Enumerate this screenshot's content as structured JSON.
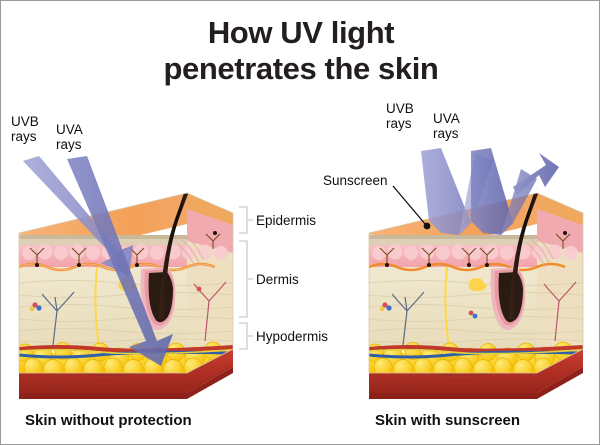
{
  "title": {
    "line1": "How UV light",
    "line2": "penetrates the skin"
  },
  "colors": {
    "uvb_ray": "#8f92c9",
    "uva_ray": "#6d72b4",
    "epidermis_surface": "#f4a560",
    "epidermis": "#f4b3b8",
    "dermis": "#eee5c9",
    "hypodermis_fat": "#ffd21e",
    "muscle": "#c0392b",
    "title_text": "#231f20",
    "bracket": "#d5d5d5",
    "leader_line": "#111111"
  },
  "left_panel": {
    "caption": "Skin without protection",
    "rays": [
      {
        "name": "UVB",
        "label_line1": "UVB",
        "label_line2": "rays",
        "depth": "epidermis"
      },
      {
        "name": "UVA",
        "label_line1": "UVA",
        "label_line2": "rays",
        "depth": "hypodermis"
      }
    ]
  },
  "right_panel": {
    "caption": "Skin with sunscreen",
    "sunscreen_label": "Sunscreen",
    "rays": [
      {
        "name": "UVB",
        "label_line1": "UVB",
        "label_line2": "rays",
        "depth": "reflected"
      },
      {
        "name": "UVA",
        "label_line1": "UVA",
        "label_line2": "rays",
        "depth": "reflected"
      }
    ]
  },
  "layer_labels": [
    {
      "name": "epidermis",
      "label": "Epidermis"
    },
    {
      "name": "dermis",
      "label": "Dermis"
    },
    {
      "name": "hypodermis",
      "label": "Hypodermis"
    }
  ]
}
